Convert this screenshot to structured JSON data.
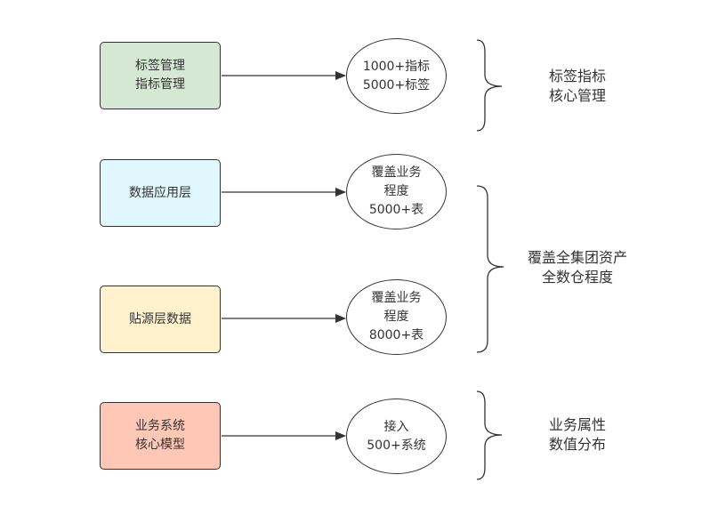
{
  "rows": [
    {
      "box_text": "标签管理\n指标管理",
      "box_color": "#d5e8d4",
      "circle_text": "1000+指标\n5000+标签"
    },
    {
      "box_text": "数据应用层",
      "box_color": "#dff7fd",
      "circle_text": "覆盖业务\n程度\n5000+表"
    },
    {
      "box_text": "贴源层数据",
      "box_color": "#fff2cc",
      "circle_text": "覆盖业务\n程度\n8000+表"
    },
    {
      "box_text": "业务系统\n核心模型",
      "box_color": "#ffc8b6",
      "circle_text": "接入\n500+系统"
    }
  ],
  "groups": [
    {
      "label": "标签指标\n核心管理"
    },
    {
      "label": "覆盖全集团资产\n全数仓程度"
    },
    {
      "label": "业务属性\n数值分布"
    }
  ],
  "colors": {
    "stroke": "#333333",
    "text": "#333333"
  }
}
